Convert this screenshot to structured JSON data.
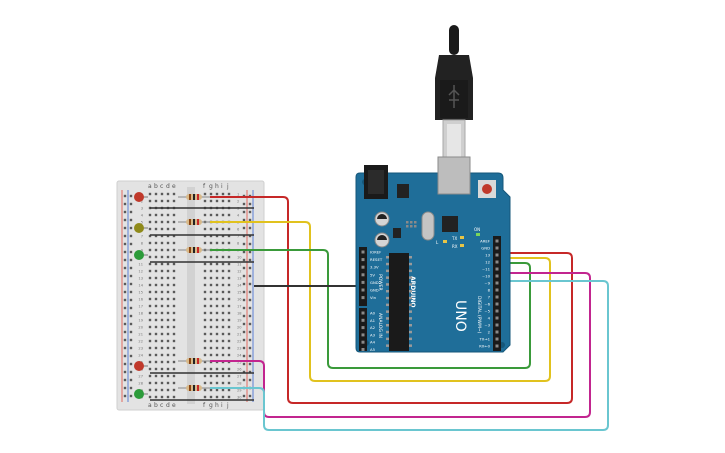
{
  "breadboard": {
    "col_letters_left": [
      "a",
      "b",
      "c",
      "d",
      "e"
    ],
    "col_letters_right": [
      "f",
      "g",
      "h",
      "i",
      "j"
    ],
    "row_count": 30
  },
  "arduino": {
    "brand": "ARDUINO",
    "model": "UNO",
    "power_header_title": "POWER",
    "analog_header_title": "ANALOG IN",
    "digital_header_title": "DIGITAL (PWM~)",
    "power_pins": [
      "IOREF",
      "RESET",
      "3.3V",
      "5V",
      "GND",
      "GND",
      "Vin"
    ],
    "analog_pins": [
      "A0",
      "A1",
      "A2",
      "A3",
      "A4",
      "A5"
    ],
    "digital_pins": [
      "AREF",
      "GND",
      "13",
      "12",
      "~11",
      "~10",
      "~9",
      "8",
      "7",
      "~6",
      "~5",
      "4",
      "~3",
      "2",
      "TX→1",
      "RX←0"
    ],
    "led_labels": [
      "L",
      "TX",
      "RX",
      "ON"
    ],
    "colors": {
      "board": "#1f6e99",
      "board_dark": "#15577a"
    }
  },
  "components": {
    "leds": [
      {
        "name": "led-red-1",
        "color": "#c0392b"
      },
      {
        "name": "led-yellow-1",
        "color": "#8f8a1a"
      },
      {
        "name": "led-green-1",
        "color": "#2c9b3a"
      },
      {
        "name": "led-red-2",
        "color": "#c0392b"
      },
      {
        "name": "led-green-2",
        "color": "#2c9b3a"
      }
    ]
  },
  "wires": [
    {
      "name": "wire-red",
      "color": "#c62828"
    },
    {
      "name": "wire-yellow",
      "color": "#e1c21e"
    },
    {
      "name": "wire-green",
      "color": "#3a9a3a"
    },
    {
      "name": "wire-black",
      "color": "#333333"
    },
    {
      "name": "wire-magenta",
      "color": "#c2258f"
    },
    {
      "name": "wire-cyan",
      "color": "#6ac6d0"
    }
  ]
}
